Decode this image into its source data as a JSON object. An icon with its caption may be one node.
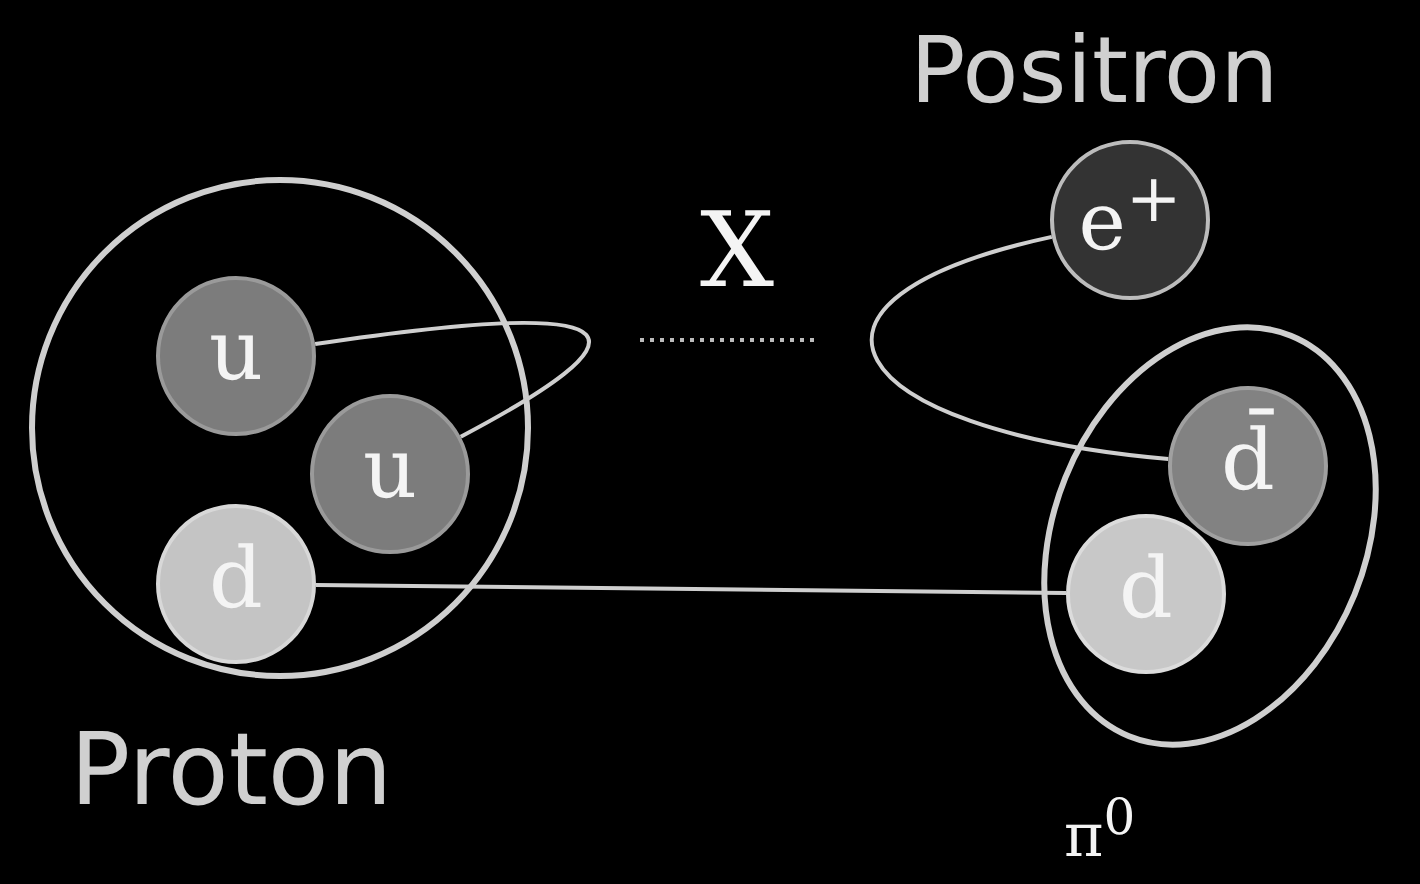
{
  "diagram": {
    "nodes": [
      {
        "text": [
          "Proton"
        ]
      },
      {
        "text": [
          "u"
        ],
        "in": 0
      },
      {
        "text": [
          "u"
        ],
        "in": 0
      },
      {
        "text": [
          "d"
        ],
        "in": 0
      },
      {
        "text": [
          "Positron",
          "e$^{+}$"
        ]
      },
      {
        "text": [
          "π$^{0}$"
        ]
      },
      {
        "text": [
          "d̄"
        ],
        "in": 5
      },
      {
        "text": [
          "d"
        ],
        "in": 5
      }
    ],
    "edges": [
      {
        "from": 1,
        "to": 2,
        "arrow": "none"
      },
      {
        "from": 4,
        "to": 6,
        "arrow": "none"
      },
      {
        "from": 3,
        "to": 7,
        "arrow": "none"
      }
    ],
    "labels": [
      "X"
    ]
  }
}
